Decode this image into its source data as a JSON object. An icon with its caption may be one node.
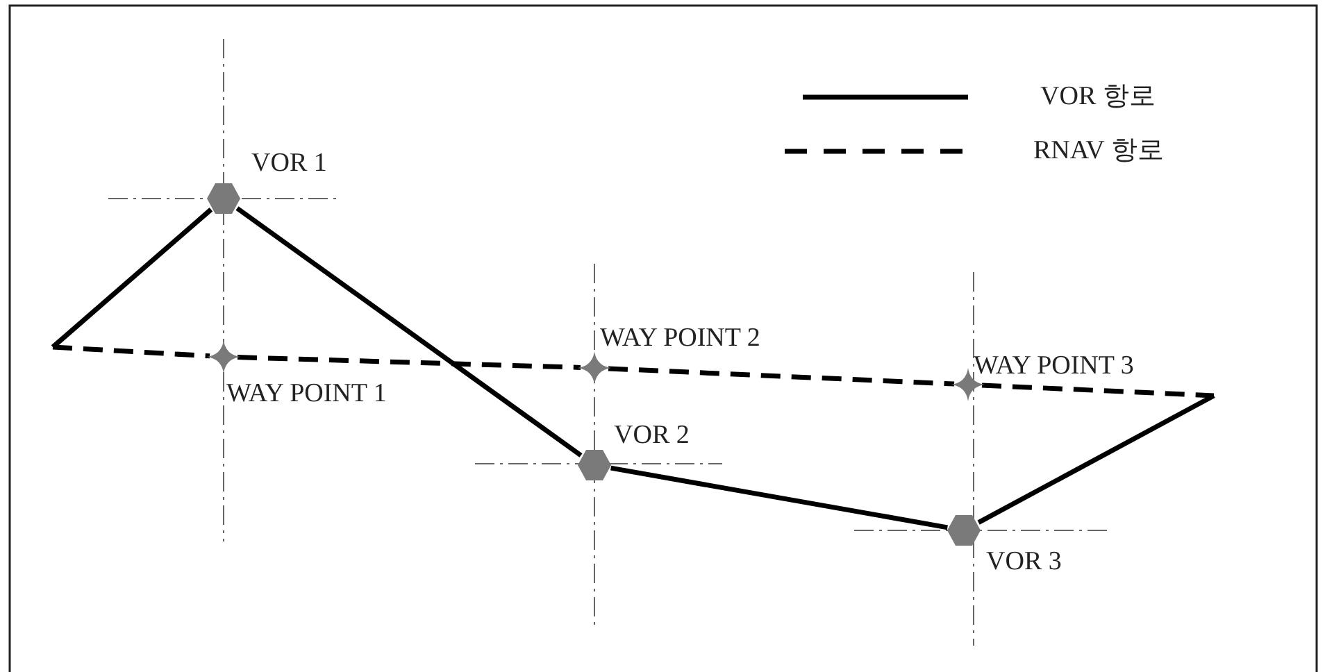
{
  "diagram": {
    "nodes": [
      {
        "text": [],
        "shape": "hexagon",
        "beside": [
          "VOR 1"
        ]
      },
      {
        "text": [],
        "shape": "star",
        "beside": [
          "WAY POINT 1"
        ]
      },
      {
        "text": [],
        "shape": "star",
        "beside": [
          "WAY POINT 2"
        ]
      },
      {
        "text": [],
        "shape": "hexagon",
        "beside": [
          "VOR 2"
        ]
      },
      {
        "text": [],
        "shape": "star",
        "beside": [
          "WAY POINT 3"
        ]
      },
      {
        "text": [],
        "shape": "hexagon",
        "beside": [
          "VOR 3"
        ]
      }
    ],
    "edges": [
      {
        "from": null,
        "to": 0,
        "arrow": "none"
      },
      {
        "from": 0,
        "to": 3,
        "arrow": "none"
      },
      {
        "from": 3,
        "to": 5,
        "arrow": "none"
      },
      {
        "from": 5,
        "to": null,
        "arrow": "none"
      },
      {
        "from": null,
        "to": 1,
        "arrow": "none",
        "style": "dashed"
      },
      {
        "from": 1,
        "to": 2,
        "arrow": "none",
        "style": "dashed"
      },
      {
        "from": 2,
        "to": 4,
        "arrow": "none",
        "style": "dashed"
      },
      {
        "from": 4,
        "to": null,
        "arrow": "none",
        "style": "dashed"
      }
    ],
    "legend": [
      {
        "text": "VOR 항로"
      },
      {
        "text": "RNAV 항로"
      }
    ]
  }
}
